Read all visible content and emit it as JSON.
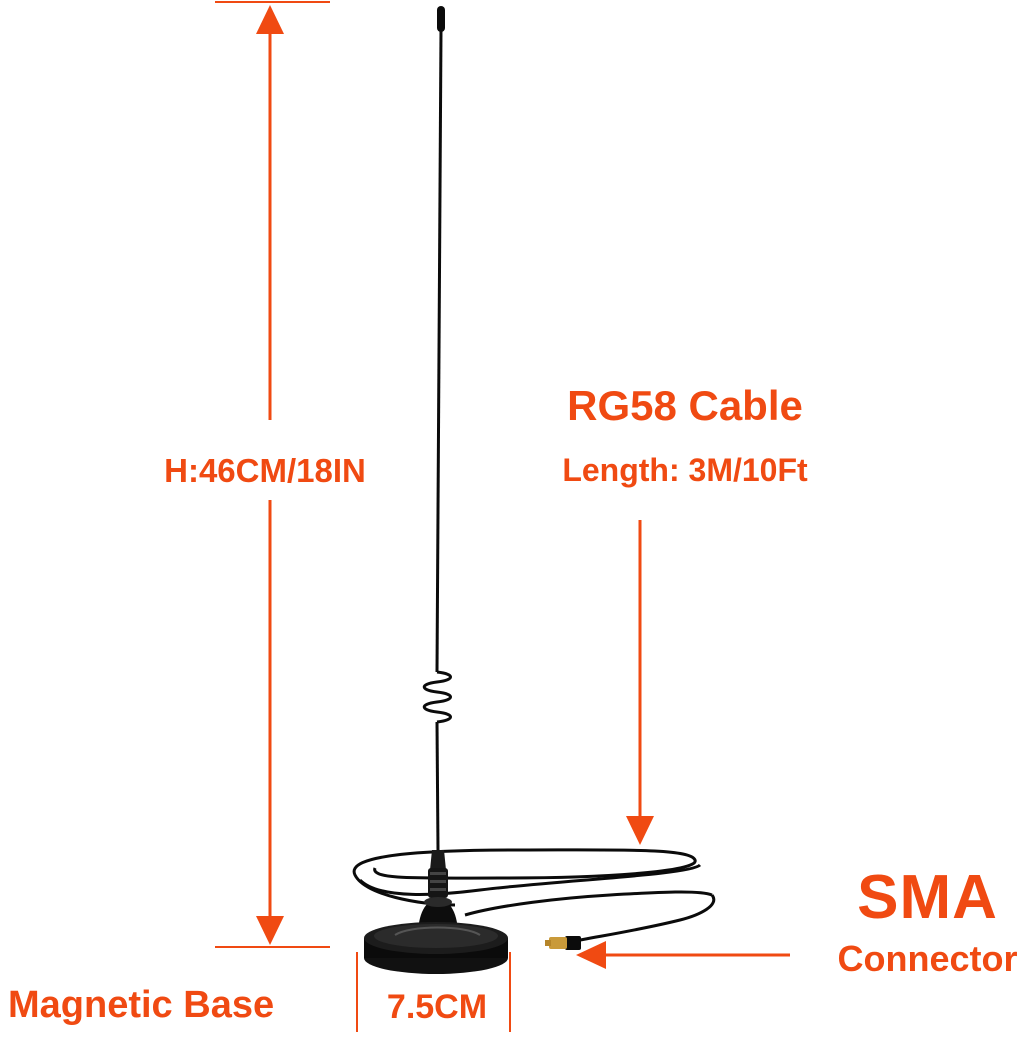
{
  "accent_color": "#f04a12",
  "antenna_color": "#0b0b0b",
  "connector_color": "#c99a3a",
  "background_color": "#ffffff",
  "labels": {
    "height": "H:46CM/18IN",
    "cable_title": "RG58 Cable",
    "cable_length": "Length: 3M/10Ft",
    "connector_title": "SMA",
    "connector_subtitle": "Connector",
    "base_label": "Magnetic Base",
    "base_width": "7.5CM"
  }
}
